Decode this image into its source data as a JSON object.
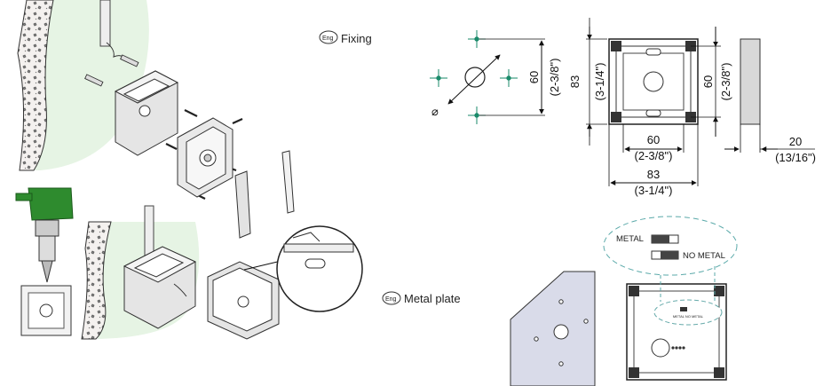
{
  "sections": {
    "fixing": {
      "lang": "Eng",
      "title": "Fixing"
    },
    "metal_plate": {
      "lang": "Eng",
      "title": "Metal plate"
    }
  },
  "drawing": {
    "diameter_symbol": "⌀",
    "hole_spacing": {
      "value": "60",
      "inch": "(2-3/8\")"
    },
    "box_height": {
      "value": "83",
      "inch": "(3-1/4\")"
    },
    "box_inner_height": {
      "value": "60",
      "inch": "(2-3/8\")"
    },
    "box_inner_width": {
      "value": "60",
      "inch": "(2-3/8\")"
    },
    "box_width": {
      "value": "83",
      "inch": "(3-1/4\")"
    },
    "box_depth": {
      "value": "20",
      "inch": "(13/16\")"
    }
  },
  "switch_callout": {
    "metal": "METAL",
    "no_metal": "NO METAL",
    "small_label": "METAL  NO METAL"
  },
  "colors": {
    "wall_tint": "#e6f4e4",
    "drill_green": "#2e8b2e",
    "plate_tint": "#d9dbe9",
    "center_mark": "#1a8a6a"
  }
}
